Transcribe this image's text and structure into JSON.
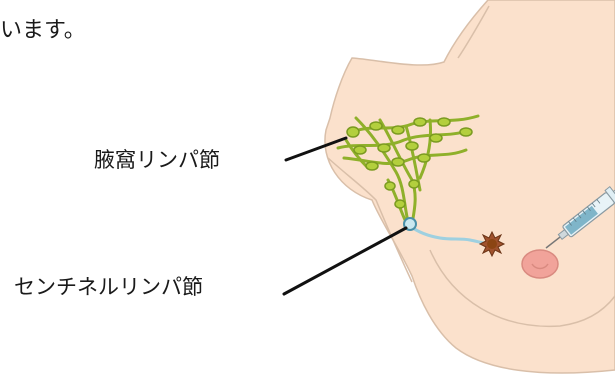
{
  "heading_fragment": "います。",
  "labels": {
    "axillary_nodes": "腋窩リンパ節",
    "sentinel_node": "センチネルリンパ節"
  },
  "colors": {
    "skin": "#fbe1cc",
    "skin_outline": "#d9bfa9",
    "lymph_green": "#a9c83a",
    "lymph_dark": "#6f8f1c",
    "tumor": "#a0522d",
    "nipple": "#f1a39a",
    "dye_blue": "#9ed0e0",
    "pointer_line": "#111111"
  },
  "icons": {
    "syringe": "syringe-icon",
    "tumor": "tumor-icon",
    "sentinel": "sentinel-node-icon"
  }
}
